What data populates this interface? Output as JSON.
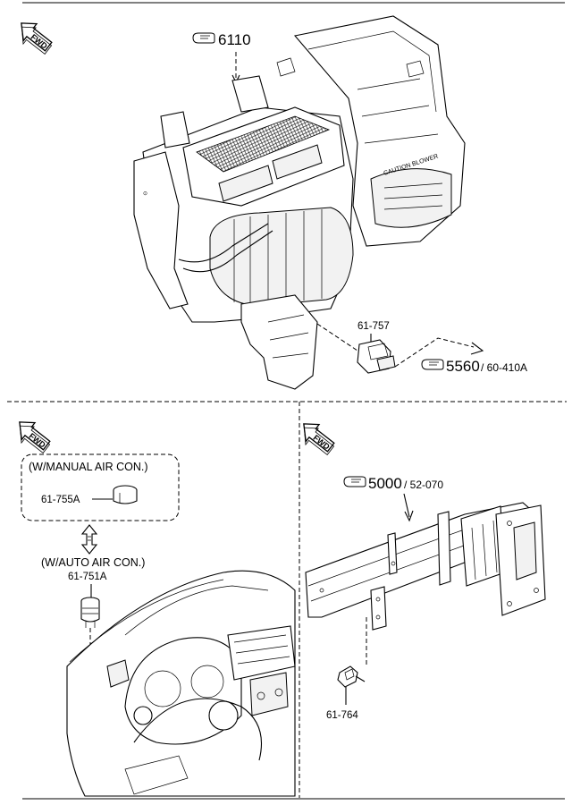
{
  "top_section": {
    "fwd_label": "FWD",
    "ref_main_number": "6110",
    "part_connector": "61-757",
    "ref_blower_number": "5560",
    "ref_blower_suffix": "/ 60-410A",
    "caution_label": "CAUTION BLOWER"
  },
  "left_section": {
    "fwd_label": "FWD",
    "manual_note": "(W/MANUAL AIR CON.)",
    "part_manual": "61-755A",
    "auto_note": "(W/AUTO AIR CON.)",
    "part_auto": "61-751A"
  },
  "right_section": {
    "fwd_label": "FWD",
    "ref_beam_number": "5000",
    "ref_beam_suffix": "/ 52-070",
    "part_sensor": "61-764"
  },
  "icons": [
    "fwd-arrow-icon",
    "reference-hand-icon",
    "double-arrow-icon"
  ]
}
